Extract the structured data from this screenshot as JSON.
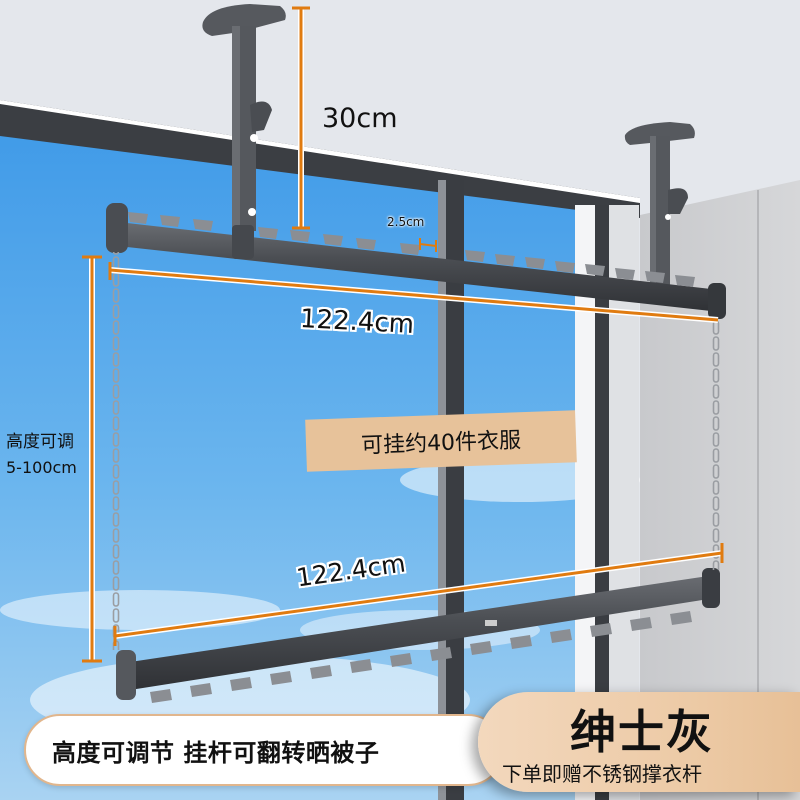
{
  "product": {
    "type": "ceiling-mounted retractable clothes drying rack",
    "color_scheme": {
      "accent": "#e07b10",
      "badge_bg": "#e7c29a",
      "bar": "#4a4c50",
      "sky": "#5aaeea",
      "ceiling": "#e4e7ec"
    }
  },
  "dimensions": {
    "mount_height": "30cm",
    "hook_spacing": "2.5cm",
    "top_bar_length": "122.4cm",
    "bottom_bar_length": "122.4cm",
    "height_label": "高度可调",
    "height_range": "5-100cm"
  },
  "capacity_badge": {
    "text": "可挂约40件衣服"
  },
  "feature_banner": {
    "text": "高度可调节  挂杆可翻转晒被子"
  },
  "color_badge": {
    "name": "绅士灰",
    "gift": "下单即赠不锈钢撑衣杆"
  }
}
